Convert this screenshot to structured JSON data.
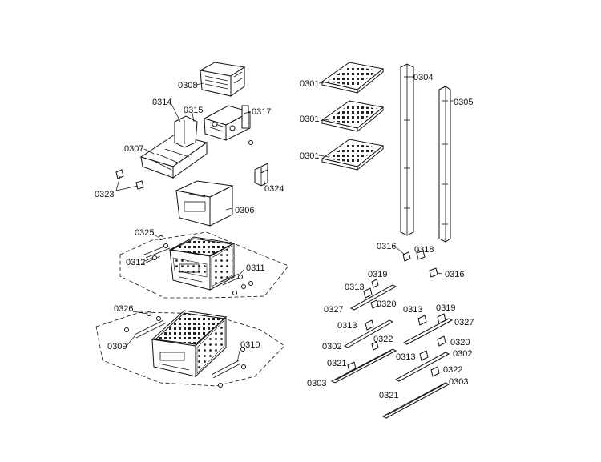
{
  "diagram": {
    "labels": {
      "l0308": "0308",
      "l0314": "0314",
      "l0315": "0315",
      "l0317": "0317",
      "l0307": "0307",
      "l0323": "0323",
      "l0324": "0324",
      "l0306": "0306",
      "l0325": "0325",
      "l0312": "0312",
      "l0311": "0311",
      "l0326": "0326",
      "l0309": "0309",
      "l0310": "0310",
      "l0301a": "0301",
      "l0301b": "0301",
      "l0301c": "0301",
      "l0304": "0304",
      "l0305": "0305",
      "l0316a": "0316",
      "l0318": "0318",
      "l0316b": "0316",
      "l0313a": "0313",
      "l0319a": "0319",
      "l0327a": "0327",
      "l0320a": "0320",
      "l0313b": "0313",
      "l0302a": "0302",
      "l0322a": "0322",
      "l0321a": "0321",
      "l0303a": "0303",
      "l0313c": "0313",
      "l0319b": "0319",
      "l0327b": "0327",
      "l0320b": "0320",
      "l0313d": "0313",
      "l0302b": "0302",
      "l0322b": "0322",
      "l0303b": "0303",
      "l0321b": "0321"
    }
  }
}
